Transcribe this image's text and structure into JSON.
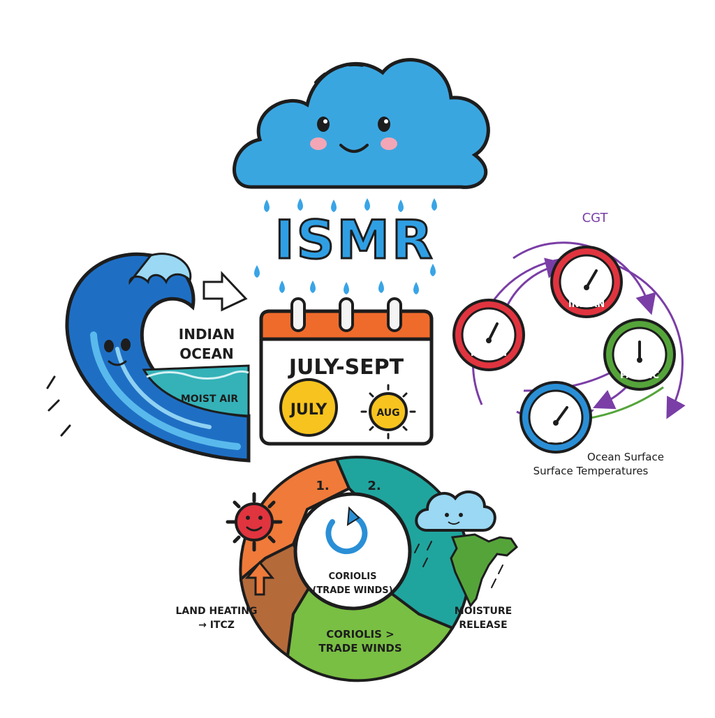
{
  "title": "ISMR",
  "ocean": {
    "label_line1": "INDIAN",
    "label_line2": "OCEAN",
    "moist_air": "MOIST AIR"
  },
  "calendar": {
    "heading": "JULY-SEPT",
    "month_1": "JULY",
    "month_2": "AUG"
  },
  "gauges": {
    "cgt": "CGT",
    "items": [
      "INDIAN",
      "INDIAN",
      "PACIFIC",
      "SST"
    ],
    "caption_line1": "Ocean Surface",
    "caption_line2": "Surface Temperatures"
  },
  "cycle": {
    "step_1": "1.",
    "step_2": "2.",
    "center_line1": "CORIOLIS",
    "center_line2": "(TRADE WINDS)",
    "bottom_line1": "CORIOLIS >",
    "bottom_line2": "TRADE WINDS",
    "left_line1": "LAND HEATING",
    "left_line2": "→ ITCZ",
    "right_line1": "MOISTURE",
    "right_line2": "RELEASE"
  },
  "colors": {
    "cloud": "#3aa6e0",
    "ocean_dark": "#1e6fc4",
    "ocean_light": "#59b9ec",
    "calendar_header": "#ef6b2c",
    "sun_yellow": "#f7c31e",
    "gauge_red": "#e0343f",
    "gauge_green": "#55a43a",
    "gauge_blue": "#2a8fd6",
    "cycle_orange": "#ef7a3a",
    "cycle_brown": "#b56a3a",
    "cycle_green": "#79bf43",
    "cycle_teal": "#1fa59e",
    "arrow_purple": "#7a3ea6"
  }
}
